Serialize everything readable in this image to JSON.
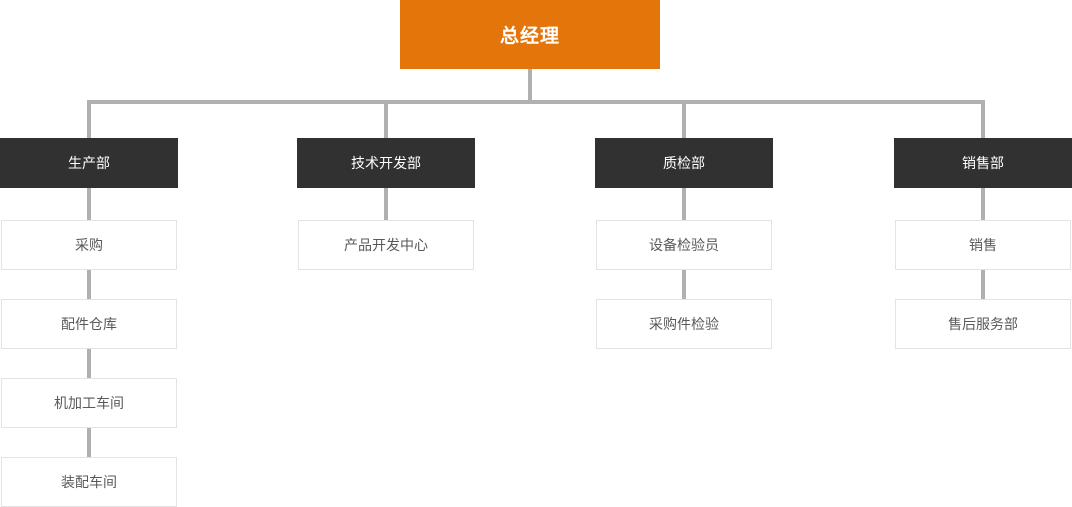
{
  "org_chart": {
    "title": "company-organization-chart",
    "root": {
      "label": "总经理"
    },
    "departments": [
      {
        "label": "生产部",
        "children": [
          {
            "label": "采购"
          },
          {
            "label": "配件仓库"
          },
          {
            "label": "机加工车间"
          },
          {
            "label": "装配车间"
          }
        ]
      },
      {
        "label": "技术开发部",
        "children": [
          {
            "label": "产品开发中心"
          }
        ]
      },
      {
        "label": "质检部",
        "children": [
          {
            "label": "设备检验员"
          },
          {
            "label": "采购件检验"
          }
        ]
      },
      {
        "label": "销售部",
        "children": [
          {
            "label": "销售"
          },
          {
            "label": "售后服务部"
          }
        ]
      }
    ],
    "colors": {
      "root_bg": "#E4750A",
      "root_text": "#FFFFFF",
      "dept_bg": "#313131",
      "dept_text": "#FFFFFF",
      "child_bg": "#FFFFFF",
      "child_border": "#E3E3E3",
      "child_text": "#595959",
      "connector": "#B0B0B0"
    }
  }
}
